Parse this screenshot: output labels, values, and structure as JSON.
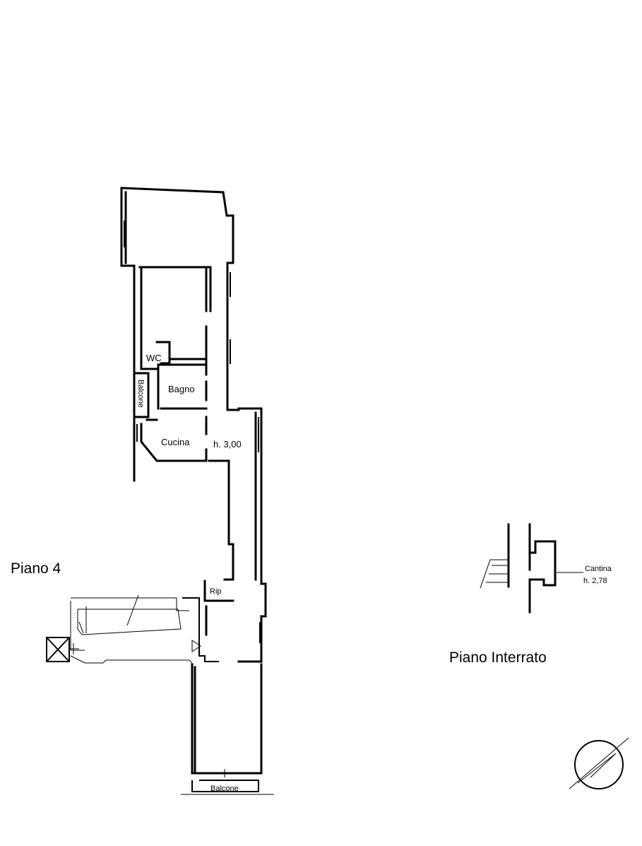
{
  "rooms": {
    "wc": "WC",
    "bagno": "Bagno",
    "cucina": "Cucina",
    "balcone_side": "Balcone",
    "balcone_bottom": "Balcone",
    "ripostiglio": "Rip"
  },
  "annotations": {
    "ceiling_height": "h. 3,00"
  },
  "floors": {
    "piano_4": "Piano 4",
    "piano_interrato": "Piano Interrato"
  },
  "cantina": {
    "label": "Cantina",
    "height": "h. 2,78"
  },
  "compass": {
    "icon": "north-arrow-icon"
  }
}
